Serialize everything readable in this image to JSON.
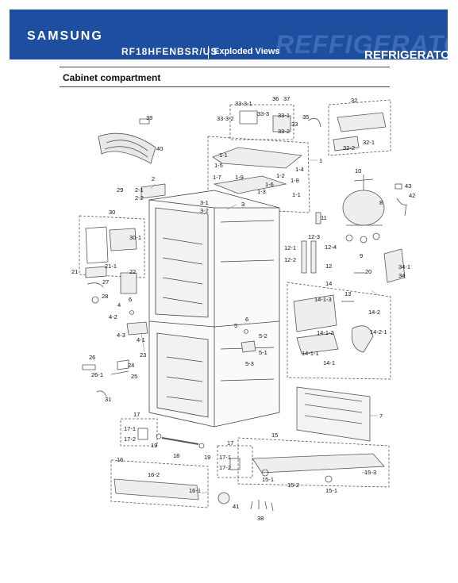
{
  "header": {
    "brand": "SAMSUNG",
    "model": "RF18HFENBSR/US",
    "view": "Exploded Views",
    "watermark": "REFFIGERATOR",
    "category": "REFRIGERATOR",
    "bg_color": "#1d4ea0"
  },
  "section_title": "Cabinet compartment",
  "callouts": [
    "33-3-1",
    "36",
    "37",
    "32",
    "33-3",
    "33-3-2",
    "33-1",
    "35",
    "33",
    "33-2",
    "32-1",
    "39",
    "32-2",
    "40",
    "1",
    "1-1",
    "1-5",
    "1-2",
    "1-4",
    "10",
    "2",
    "1-7",
    "1-9",
    "1-6",
    "1-8",
    "43",
    "29",
    "2-1",
    "1-3",
    "42",
    "2-2",
    "1-1",
    "8",
    "3-1",
    "3",
    "30",
    "3-2",
    "11",
    "12-3",
    "30-1",
    "12-1",
    "12-4",
    "12-2",
    "9",
    "12",
    "21-1",
    "21",
    "34-1",
    "22",
    "34",
    "20",
    "27",
    "14",
    "28",
    "13",
    "6",
    "4",
    "14-1-3",
    "14-2",
    "4-2",
    "5",
    "6",
    "5-2",
    "14-2-1",
    "4-3",
    "14-1-2",
    "4-1",
    "5-1",
    "23",
    "14-1-1",
    "14-1",
    "26",
    "24",
    "5-3",
    "26-1",
    "25",
    "31",
    "7",
    "17",
    "17-1",
    "17-2",
    "19",
    "18",
    "19",
    "15",
    "17",
    "16",
    "17-1",
    "16-2",
    "17-2",
    "15-3",
    "15-1",
    "15-2",
    "16-1",
    "15-1",
    "41",
    "38"
  ]
}
